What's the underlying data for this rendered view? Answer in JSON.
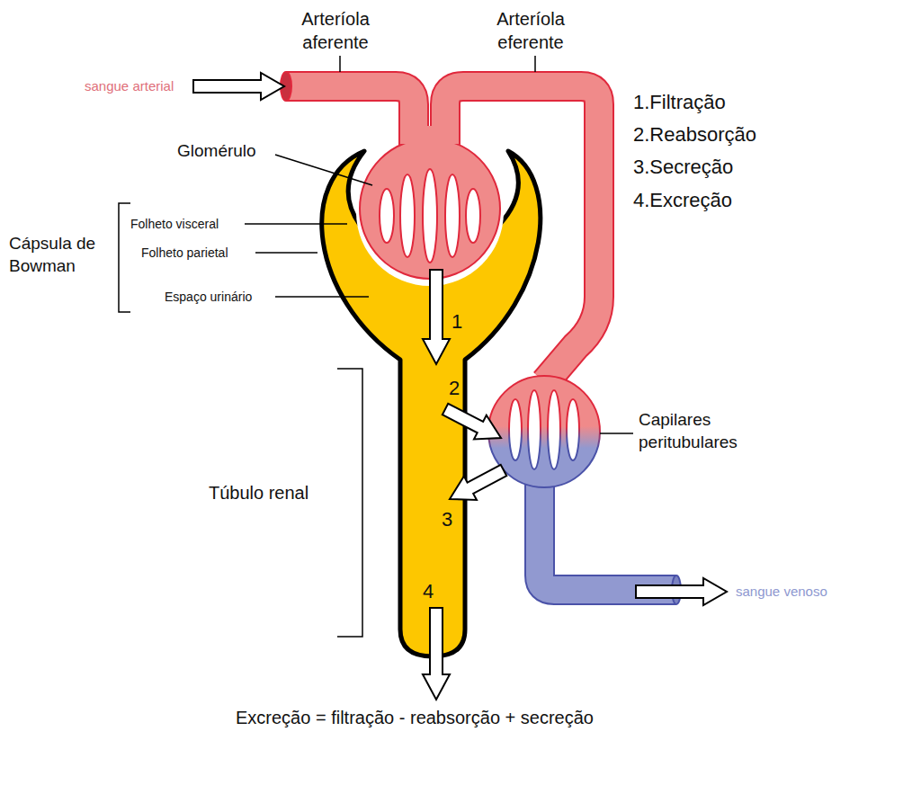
{
  "diagram": {
    "labels": [
      "Arteríola aferente",
      "Arteríola eferente",
      "sangue arterial",
      "Glomérulo",
      "Cápsula de Bowman",
      "Folheto visceral",
      "Folheto parietal",
      "Espaço urinário",
      "1",
      "2",
      "3",
      "4",
      "Túbulo renal",
      "Capilares peritubulares",
      "sangue venoso",
      "1.Filtração",
      "2.Reabsorção",
      "3.Secreção",
      "4.Excreção",
      "Excreção = filtração - reabsorção + secreção"
    ]
  }
}
